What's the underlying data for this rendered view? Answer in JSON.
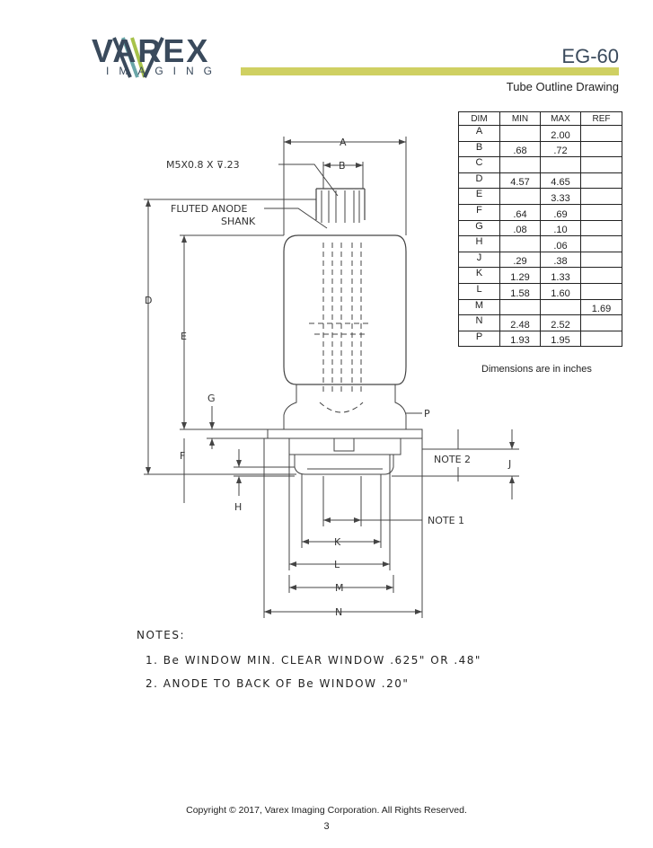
{
  "header": {
    "brand_name": "VAREX",
    "brand_sub": "IMAGING",
    "doc_title": "EG-60",
    "doc_subtitle": "Tube Outline Drawing"
  },
  "table": {
    "headers": [
      "DIM",
      "MIN",
      "MAX",
      "REF"
    ],
    "rows": [
      [
        "A",
        "",
        "2.00",
        ""
      ],
      [
        "B",
        ".68",
        ".72",
        ""
      ],
      [
        "C",
        "",
        "",
        ""
      ],
      [
        "D",
        "4.57",
        "4.65",
        ""
      ],
      [
        "E",
        "",
        "3.33",
        ""
      ],
      [
        "F",
        ".64",
        ".69",
        ""
      ],
      [
        "G",
        ".08",
        ".10",
        ""
      ],
      [
        "H",
        "",
        ".06",
        ""
      ],
      [
        "J",
        ".29",
        ".38",
        ""
      ],
      [
        "K",
        "1.29",
        "1.33",
        ""
      ],
      [
        "L",
        "1.58",
        "1.60",
        ""
      ],
      [
        "M",
        "",
        "",
        "1.69"
      ],
      [
        "N",
        "2.48",
        "2.52",
        ""
      ],
      [
        "P",
        "1.93",
        "1.95",
        ""
      ]
    ],
    "note": "Dimensions are in inches"
  },
  "drawing": {
    "label_thread": "M5X0.8 X ⊽.23",
    "label_anode_1": "FLUTED ANODE",
    "label_anode_2": "SHANK",
    "dim_a": "A",
    "dim_b": "B",
    "dim_d": "D",
    "dim_e": "E",
    "dim_g": "G",
    "dim_f": "F",
    "dim_h": "H",
    "dim_p": "P",
    "dim_j": "J",
    "dim_k": "K",
    "dim_l": "L",
    "dim_m": "M",
    "dim_n": "N",
    "note_2": "NOTE 2",
    "note_1": "NOTE 1"
  },
  "notes": {
    "heading": "NOTES:",
    "items": [
      "1. Be WINDOW MIN. CLEAR WINDOW .625\" OR .48\"",
      "2. ANODE TO BACK OF Be WINDOW .20\""
    ]
  },
  "footer": {
    "copyright": "Copyright © 2017, Varex Imaging Corporation.  All Rights Reserved.",
    "page_number": "3"
  }
}
